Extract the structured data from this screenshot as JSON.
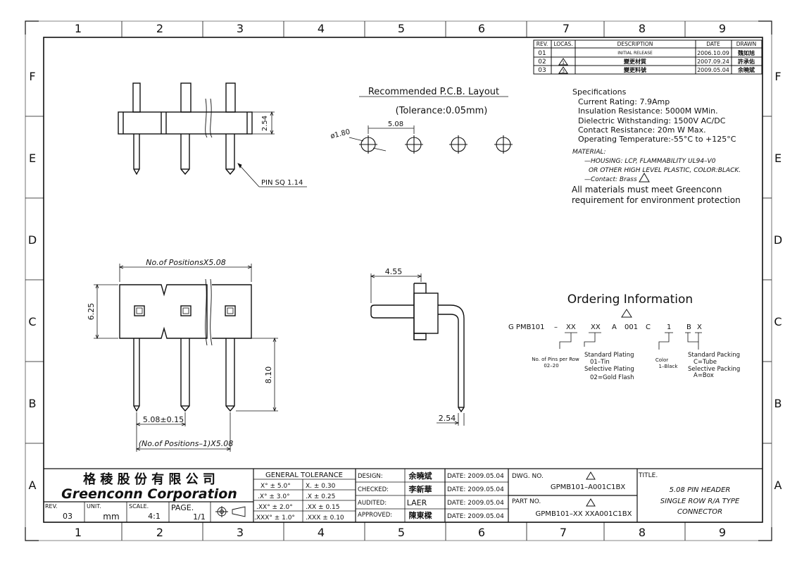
{
  "columns": [
    "1",
    "2",
    "3",
    "4",
    "5",
    "6",
    "7",
    "8",
    "9"
  ],
  "rows": [
    "F",
    "E",
    "D",
    "C",
    "B",
    "A"
  ],
  "revision_table": {
    "headers": [
      "REV.",
      "LOCAS.",
      "DESCRIPTION",
      "DATE",
      "DRAWN"
    ],
    "rows": [
      {
        "rev": "01",
        "loc": "",
        "desc": "INITIAL RELEASE",
        "date": "2006.10.09",
        "drawn": "魏如旭"
      },
      {
        "rev": "02",
        "loc": "1",
        "desc": "變更材質",
        "date": "2007.09.24",
        "drawn": "許承佑"
      },
      {
        "rev": "03",
        "loc": "3",
        "desc": "變更料號",
        "date": "2009.05.04",
        "drawn": "余曉斌"
      }
    ]
  },
  "pcb_layout": {
    "title": "Recommended P.C.B. Layout",
    "tolerance": "(Tolerance:0.05mm)",
    "pitch": "5.08",
    "hole": "ø1.80"
  },
  "specifications": {
    "title": "Specifications",
    "lines": [
      "Current Rating:  7.9Amp",
      "Insulation Resistance: 5000M WMin.",
      "Dielectric Withstanding:   1500V AC/DC",
      "Contact Resistance:   20m W Max.",
      "Operating Temperature:-55°C to +125°C"
    ],
    "material_title": "MATERIAL:",
    "material_lines": [
      "—HOUSING: LCP, FLAMMABILITY UL94–V0",
      "OR OTHER HIGH LEVEL PLASTIC, COLOR:BLACK.",
      "—Contact: Brass"
    ],
    "note_lines": [
      "All materials must meet Greenconn",
      "requirement for environment protection"
    ]
  },
  "dimensions": {
    "top_height": "2.54",
    "pin_sq": "PIN SQ 1.14",
    "positions_width": "No.of PositionsX5.08",
    "front_height": "6.25",
    "pin_length": "8.10",
    "pitch_tol": "5.08±0.15",
    "positions_minus": "(No.of Positions–1)X5.08",
    "side_width": "4.55",
    "side_pitch": "2.54"
  },
  "ordering": {
    "title": "Ordering Information",
    "code": [
      "G PMB101",
      "–",
      "XX",
      "XX",
      "A",
      "001",
      "C",
      "1",
      "B",
      "X"
    ],
    "pins_label": [
      "No. of Pins per Row",
      "02–20"
    ],
    "plating_label": [
      "Standard Plating",
      "01–Tin",
      "Selective Plating",
      "02=Gold Flash"
    ],
    "color_label": [
      "Color",
      "1–Black"
    ],
    "packing_label": [
      "Standard Packing",
      "C=Tube",
      "Selective Packing",
      "A=Box"
    ]
  },
  "title_block": {
    "company_cn": "格 稜 股 份 有 限 公 司",
    "company_en": "Greenconn Corporation",
    "rev_label": "REV.",
    "rev_value": "03",
    "unit_label": "UNIT.",
    "unit_value": "mm",
    "scale_label": "SCALE.",
    "scale_value": "4:1",
    "page_label": "PAGE.",
    "page_value": "1/1",
    "tolerance_title": "GENERAL  TOLERANCE",
    "tolerance_rows": [
      [
        "X°  ± 5.0°",
        "X.    ±  0.30"
      ],
      [
        ".X°  ± 3.0°",
        ".X    ±  0.25"
      ],
      [
        ".XX°  ± 2.0°",
        ".XX   ±  0.15"
      ],
      [
        ".XXX°  ± 1.0°",
        ".XXX  ±  0.10"
      ]
    ],
    "signoff": [
      {
        "role": "DESIGN:",
        "name": "余曉斌",
        "date": "DATE:  2009.05.04"
      },
      {
        "role": "CHECKED:",
        "name": "李新華",
        "date": "DATE:  2009.05.04"
      },
      {
        "role": "AUDITED:",
        "name": "LAER",
        "date": "DATE:  2009.05.04"
      },
      {
        "role": "APPROVED:",
        "name": "陳東樑",
        "date": "DATE:  2009.05.04"
      }
    ],
    "dwg_label": "DWG. NO.",
    "dwg_value": "GPMB101–A001C1BX",
    "part_label": "PART NO.",
    "part_value": "GPMB101–XX  XXA001C1BX",
    "title_label": "TITLE.",
    "title_lines": [
      "5.08 PIN HEADER",
      "SINGLE ROW R/A TYPE",
      "CONNECTOR"
    ]
  }
}
